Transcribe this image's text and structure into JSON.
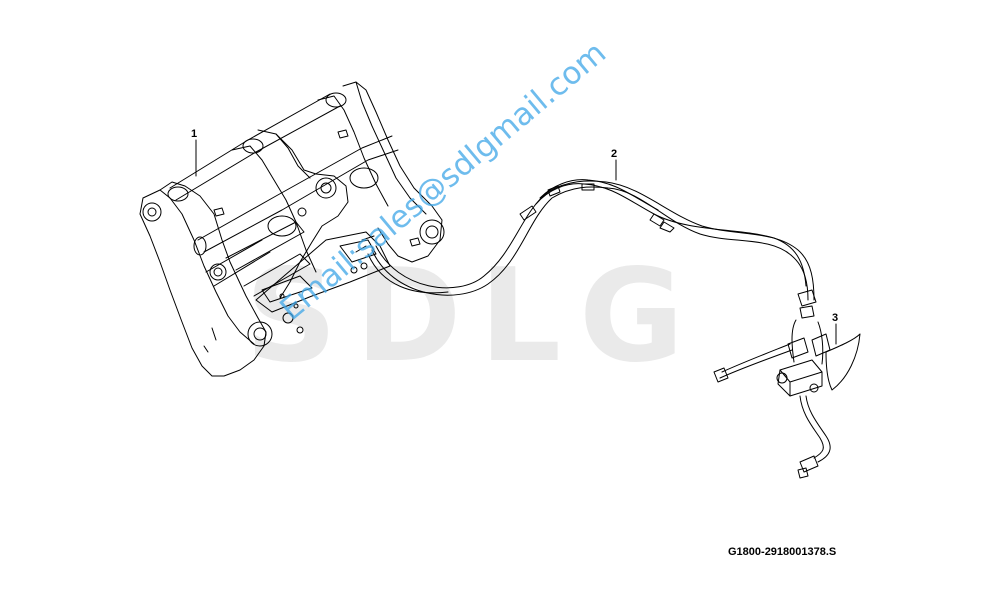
{
  "callouts": {
    "c1": "1",
    "c2": "2",
    "c3": "3"
  },
  "part_code": "G1800-2918001378.S",
  "watermark": {
    "brand": "SDLG",
    "email": "Email:sales@sdlgmail.com",
    "brand_color": "#d9d9d9",
    "email_color": "#3ea6e8"
  }
}
